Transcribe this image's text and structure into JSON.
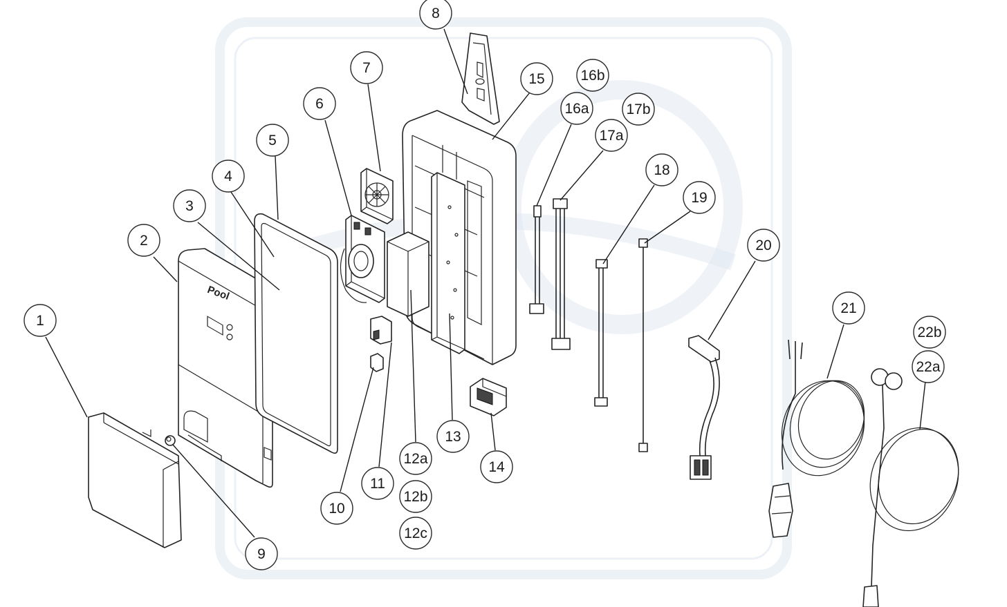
{
  "diagram": {
    "front_label": "Pool",
    "colors": {
      "line": "#222222",
      "watermark": "#dfe7f1",
      "background": "#ffffff"
    },
    "callouts": [
      {
        "id": "c1",
        "label": "1"
      },
      {
        "id": "c2",
        "label": "2"
      },
      {
        "id": "c3",
        "label": "3"
      },
      {
        "id": "c4",
        "label": "4"
      },
      {
        "id": "c5",
        "label": "5"
      },
      {
        "id": "c6",
        "label": "6"
      },
      {
        "id": "c7",
        "label": "7"
      },
      {
        "id": "c8",
        "label": "8"
      },
      {
        "id": "c9",
        "label": "9"
      },
      {
        "id": "c10",
        "label": "10"
      },
      {
        "id": "c11",
        "label": "11"
      },
      {
        "id": "c12a",
        "label": "12a"
      },
      {
        "id": "c12b",
        "label": "12b"
      },
      {
        "id": "c12c",
        "label": "12c"
      },
      {
        "id": "c13",
        "label": "13"
      },
      {
        "id": "c14",
        "label": "14"
      },
      {
        "id": "c15",
        "label": "15"
      },
      {
        "id": "c16a",
        "label": "16a"
      },
      {
        "id": "c16b",
        "label": "16b"
      },
      {
        "id": "c17a",
        "label": "17a"
      },
      {
        "id": "c17b",
        "label": "17b"
      },
      {
        "id": "c18",
        "label": "18"
      },
      {
        "id": "c19",
        "label": "19"
      },
      {
        "id": "c20",
        "label": "20"
      },
      {
        "id": "c21",
        "label": "21"
      },
      {
        "id": "c22a",
        "label": "22a"
      },
      {
        "id": "c22b",
        "label": "22b"
      }
    ]
  }
}
